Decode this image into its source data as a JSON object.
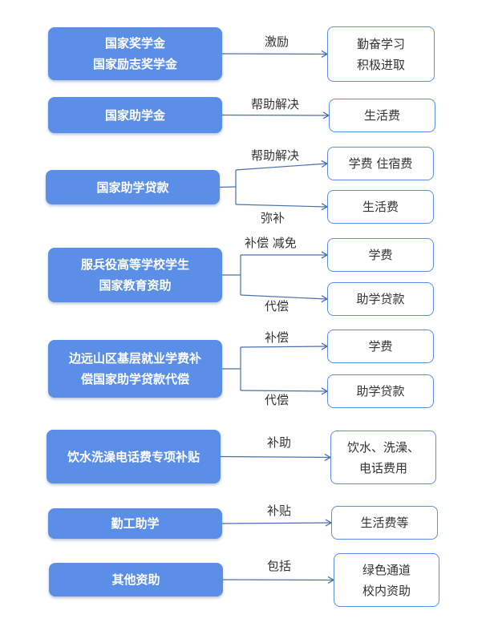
{
  "rows": [
    {
      "source": "国家奖学金\n国家励志奖学金",
      "branches": [
        {
          "label": "激励",
          "target": "勤奋学习\n积极进取"
        }
      ]
    },
    {
      "source": "国家助学金",
      "branches": [
        {
          "label": "帮助解决",
          "target": "生活费"
        }
      ]
    },
    {
      "source": "国家助学贷款",
      "branches": [
        {
          "label": "帮助解决",
          "target": "学费  住宿费"
        },
        {
          "label": "弥补",
          "target": "生活费"
        }
      ]
    },
    {
      "source": "服兵役高等学校学生\n国家教育资助",
      "branches": [
        {
          "label": "补偿  减免",
          "target": "学费"
        },
        {
          "label": "代偿",
          "target": "助学贷款"
        }
      ]
    },
    {
      "source": "边远山区基层就业学费补\n偿国家助学贷款代偿",
      "branches": [
        {
          "label": "补偿",
          "target": "学费"
        },
        {
          "label": "代偿",
          "target": "助学贷款"
        }
      ]
    },
    {
      "source": "饮水洗澡电话费专项补贴",
      "branches": [
        {
          "label": "补助",
          "target": "饮水、洗澡、\n电话费用"
        }
      ]
    },
    {
      "source": "勤工助学",
      "branches": [
        {
          "label": "补贴",
          "target": "生活费等"
        }
      ]
    },
    {
      "source": "其他资助",
      "branches": [
        {
          "label": "包括",
          "target": "绿色通道\n校内资助"
        }
      ]
    }
  ]
}
